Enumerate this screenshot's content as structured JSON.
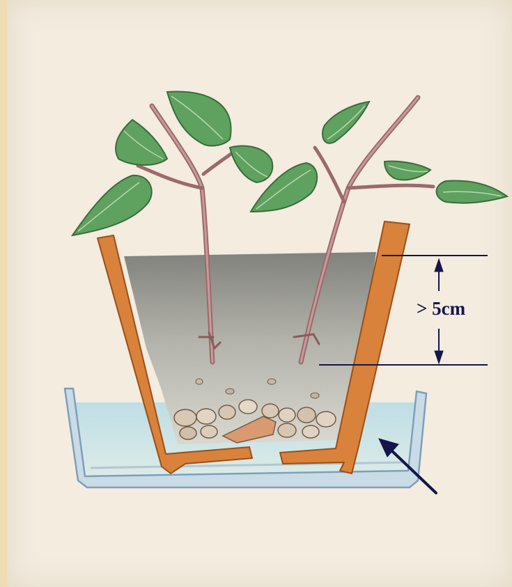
{
  "diagram": {
    "depth_label": "> 5cm",
    "parts": {
      "pot": "clay-pot",
      "saucer": "water-saucer",
      "soil": "potting-soil",
      "drainage": "drainage-pebbles",
      "plants": "two-plant-cuttings",
      "arrow": "water-level-arrow"
    },
    "colors": {
      "paper": "#f3ecdf",
      "border": "#eeddb2",
      "pot": "#d9823c",
      "leaf": "#5fa15f",
      "stem": "#b48585",
      "soil": "#9a9a95",
      "water": "#bfe0e8",
      "saucer": "#8fb0c8",
      "ink": "#15154a"
    }
  }
}
